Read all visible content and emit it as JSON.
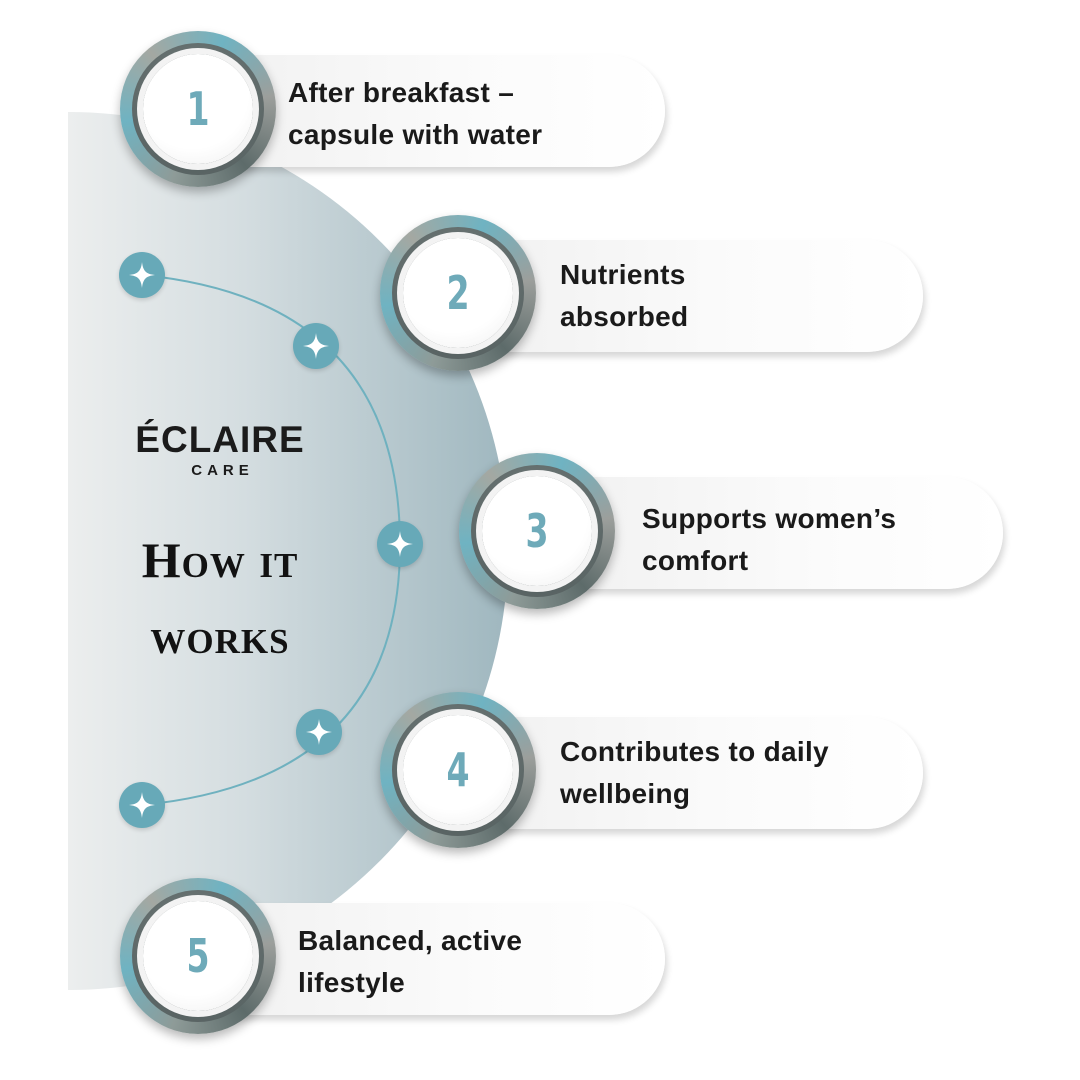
{
  "brand": {
    "name": "ÉCLAIRE",
    "sub": "CARE"
  },
  "heading": {
    "line1": "How it",
    "line2": "works"
  },
  "steps": [
    {
      "number": "1",
      "line1": "After breakfast –",
      "line2": "capsule with water"
    },
    {
      "number": "2",
      "line1": "Nutrients",
      "line2": "absorbed"
    },
    {
      "number": "3",
      "line1": "Supports women’s",
      "line2": "comfort"
    },
    {
      "number": "4",
      "line1": "Contributes to daily",
      "line2": "wellbeing"
    },
    {
      "number": "5",
      "line1": "Balanced, active",
      "line2": "lifestyle"
    }
  ],
  "icons": {
    "node": "sparkle-icon"
  },
  "colors": {
    "accent": "#67a9b8",
    "number": "#6eaab9",
    "text": "#1a1a1a"
  }
}
